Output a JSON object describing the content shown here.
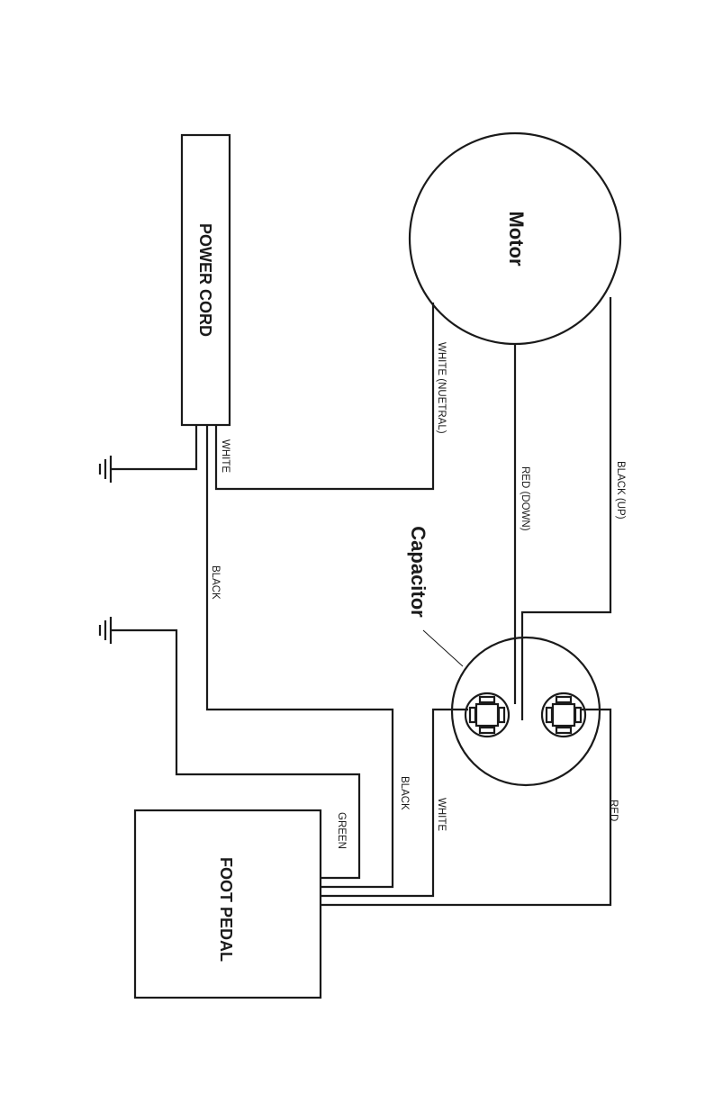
{
  "components": {
    "power_cord": "POWER CORD",
    "motor": "Motor",
    "capacitor": "Capacitor",
    "foot_pedal": "FOOT PEDAL"
  },
  "wires": {
    "white_cord": "WHITE",
    "white_neutral": "WHITE (NUETRAL)",
    "red_down": "RED (DOWN)",
    "black_up": "BLACK (UP)",
    "black_cord": "BLACK",
    "green": "GREEN",
    "black_pedal": "BLACK",
    "white_pedal": "WHITE",
    "red_pedal": "RED"
  },
  "ground_symbols": [
    "ground",
    "ground"
  ]
}
